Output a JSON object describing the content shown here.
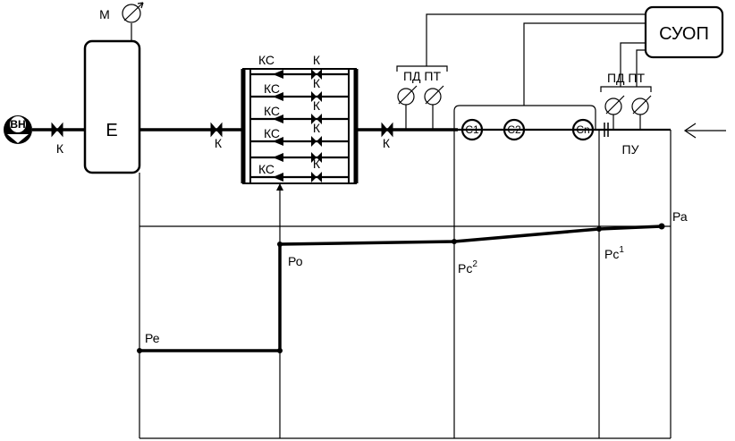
{
  "labels": {
    "pump": "ВН",
    "valve": "К",
    "tank": "Е",
    "manometer": "М",
    "check_valve": "КС",
    "pd_pt_1": "ПД ПТ",
    "pd_pt_2": "ПД ПТ",
    "consumer_1": "С1",
    "consumer_2": "С2",
    "consumer_n": "Сn",
    "flow_device": "ПУ",
    "control_system": "СУОП"
  },
  "pressure_labels": {
    "pe": "Ре",
    "po": "Ро",
    "pc2": "Рс",
    "pc2_sup": "2",
    "pc1": "Рс",
    "pc1_sup": "1",
    "pa": "Ра"
  },
  "kc_rows": [
    {
      "kc": "КС",
      "k": "К"
    },
    {
      "kc": "КС",
      "k": "К"
    },
    {
      "kc": "КС",
      "k": "К"
    },
    {
      "kc": "КС",
      "k": "К"
    },
    {
      "kc": "КС",
      "k": "К"
    }
  ]
}
